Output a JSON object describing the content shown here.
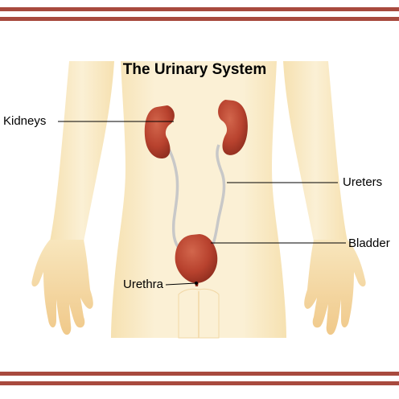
{
  "diagram": {
    "title": "The Urinary System",
    "labels": {
      "kidneys": "Kidneys",
      "ureters": "Ureters",
      "bladder": "Bladder",
      "urethra": "Urethra"
    }
  },
  "colors": {
    "border_stripe": "#a84a3e",
    "skin_light": "#fbf0d5",
    "skin_mid": "#f6e1b1",
    "skin_shade": "#f0c98a",
    "organ": "#b8422e",
    "organ_dark": "#8e2d1e",
    "organ_light": "#d2664c",
    "ureter": "#c8c8c8",
    "leader_line": "#000000"
  }
}
